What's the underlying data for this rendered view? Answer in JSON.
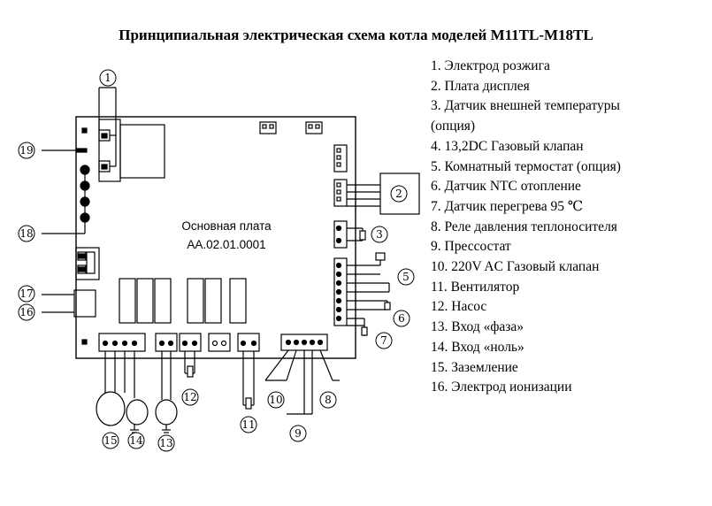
{
  "title": "Принципиальная электрическая схема котла моделей M11TL-M18TL",
  "board": {
    "label_line1": "Основная плата",
    "label_line2": "AA.02.01.0001"
  },
  "callouts": [
    "1",
    "2",
    "3",
    "5",
    "6",
    "7",
    "8",
    "9",
    "10",
    "11",
    "12",
    "13",
    "14",
    "15",
    "16",
    "17",
    "18",
    "19"
  ],
  "legend": [
    "1. Электрод розжига",
    "2. Плата дисплея",
    "3. Датчик внешней температуры",
    "(опция)",
    "4. 13,2DC Газовый клапан",
    "5. Комнатный термостат (опция)",
    "6. Датчик NTC отопление",
    "7. Датчик перегрева 95 ℃",
    "8. Реле давления теплоносителя",
    "9. Прессостат",
    "10. 220V AC Газовый клапан",
    "11. Вентилятор",
    "12. Насос",
    "13. Вход «фаза»",
    "14. Вход «ноль»",
    "15. Заземление",
    "16. Электрод ионизации"
  ]
}
